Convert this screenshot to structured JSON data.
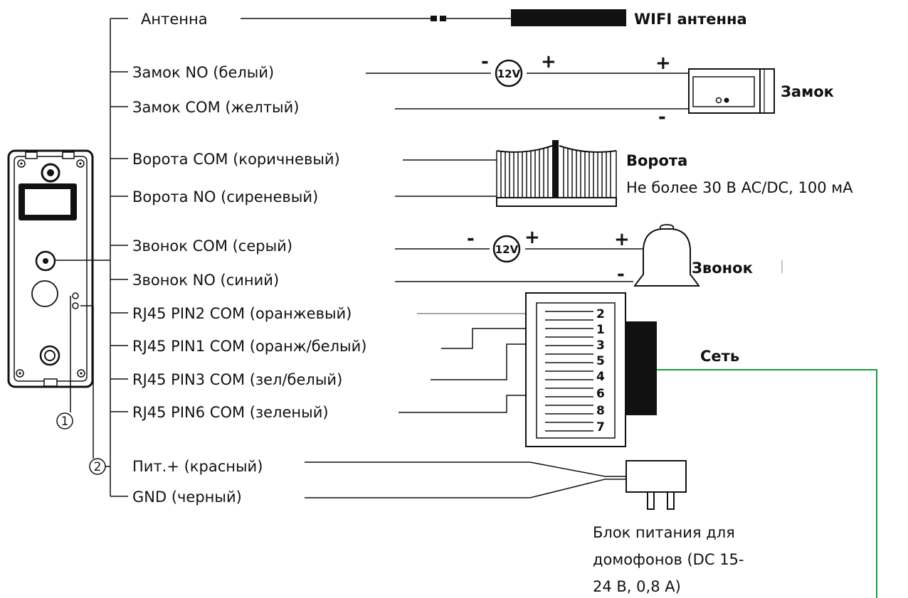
{
  "wires": [
    {
      "id": "antenna",
      "label": "Антенна"
    },
    {
      "id": "lock-no",
      "label": "Замок NO (белый)"
    },
    {
      "id": "lock-com",
      "label": "Замок COM (желтый)"
    },
    {
      "id": "gate-com",
      "label": "Ворота COM (коричневый)"
    },
    {
      "id": "gate-no",
      "label": "Ворота NO (сиреневый)"
    },
    {
      "id": "bell-com",
      "label": "Звонок COM (серый)"
    },
    {
      "id": "bell-no",
      "label": "Звонок NO (синий)"
    },
    {
      "id": "rj45-pin2",
      "label": "RJ45 PIN2 COM (оранжевый)"
    },
    {
      "id": "rj45-pin1",
      "label": "RJ45 PIN1 COM (оранж/белый)"
    },
    {
      "id": "rj45-pin3",
      "label": "RJ45 PIN3 COM (зел/белый)"
    },
    {
      "id": "rj45-pin6",
      "label": "RJ45 PIN6 COM (зеленый)"
    },
    {
      "id": "power-plus",
      "label": "Пит.+ (красный)"
    },
    {
      "id": "gnd",
      "label": "GND (черный)"
    }
  ],
  "devices": {
    "wifi_antenna": "WIFI антенна",
    "lock": "Замок",
    "gate": "Ворота",
    "gate_spec": "Не более 30 В AC/DC, 100 мА",
    "bell": "Звонок",
    "network": "Сеть",
    "psu_lines": [
      "Блок питания для",
      "домофонов (DC 15-",
      "24 В, 0,8 А)"
    ]
  },
  "voltage_label": "12V",
  "rj45_pins": [
    "2",
    "1",
    "3",
    "5",
    "4",
    "6",
    "8",
    "7"
  ],
  "markers": [
    "1",
    "2"
  ],
  "colors": {
    "line": "#111111",
    "network_wire": "#1a9a3a",
    "background": "#ffffff"
  }
}
